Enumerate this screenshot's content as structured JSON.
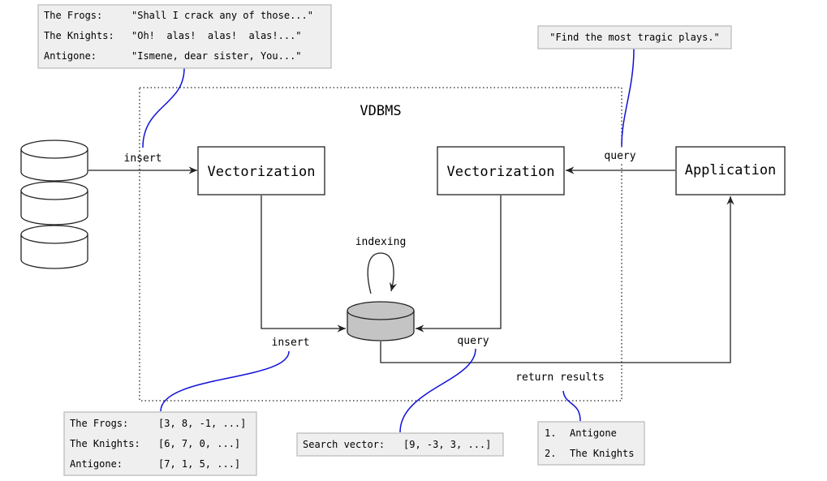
{
  "title": "VDBMS",
  "boxes": {
    "vectorization_left": "Vectorization",
    "vectorization_right": "Vectorization",
    "application": "Application"
  },
  "edge_labels": {
    "insert_top": "insert",
    "query_top": "query",
    "indexing": "indexing",
    "insert_bottom": "insert",
    "query_bottom": "query",
    "return_results": "return results"
  },
  "source_docs": [
    {
      "name": "The Frogs:",
      "text": "\"Shall I crack any of those...\""
    },
    {
      "name": "The Knights:",
      "text": "\"Oh!  alas!  alas!  alas!...\""
    },
    {
      "name": "Antigone:",
      "text": "\"Ismene, dear sister, You...\""
    }
  ],
  "query_text": "\"Find the most tragic plays.\"",
  "embeddings": [
    {
      "name": "The Frogs:",
      "vector": "[3, 8, -1, ...]"
    },
    {
      "name": "The Knights:",
      "vector": "[6, 7, 0, ...]"
    },
    {
      "name": "Antigone:",
      "vector": "[7, 1, 5, ...]"
    }
  ],
  "search_vector": {
    "label": "Search vector:",
    "value": "[9, -3, 3, ...]"
  },
  "results": [
    {
      "rank": "1.",
      "name": "Antigone"
    },
    {
      "rank": "2.",
      "name": "The Knights"
    }
  ],
  "colors": {
    "callout_line": "#1010d8",
    "note_fill": "#efefef",
    "note_border": "#bdbdbd",
    "db_fill": "#c4c4c4",
    "stroke": "#222222"
  }
}
